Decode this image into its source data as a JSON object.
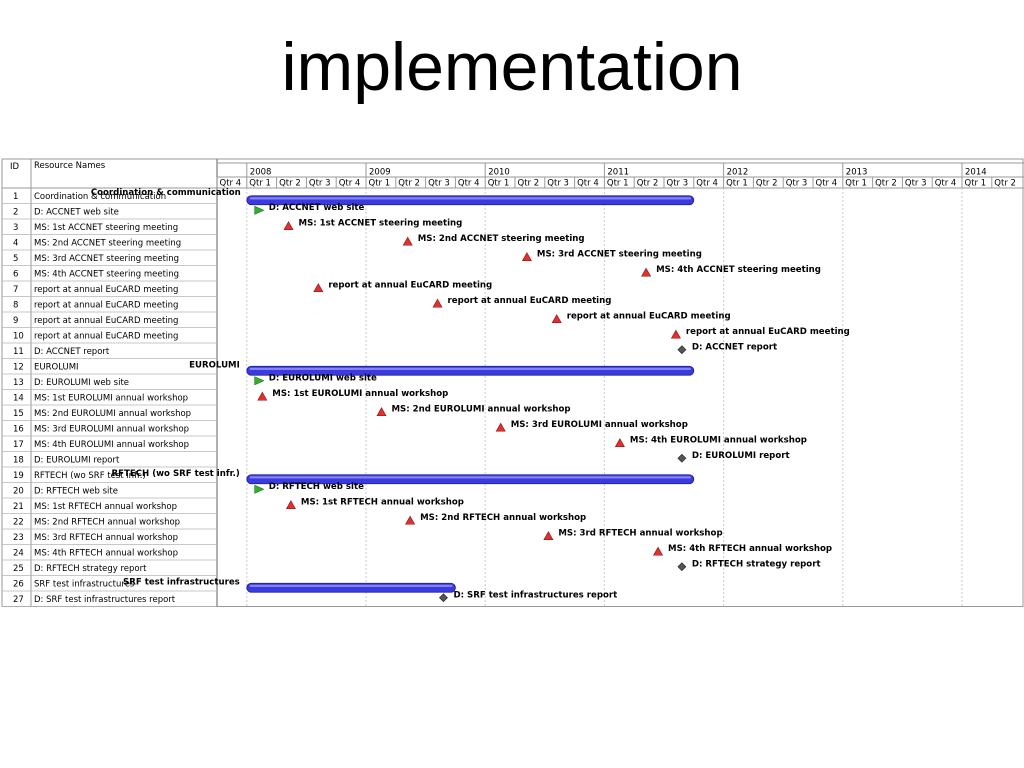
{
  "title": "implementation",
  "columns": {
    "id": "ID",
    "name": "Resource Names"
  },
  "years": [
    "2008",
    "2009",
    "2010",
    "2011",
    "2012",
    "2013",
    "2014"
  ],
  "quarters": [
    "Qtr 4",
    "Qtr 1",
    "Qtr 2",
    "Qtr 3",
    "Qtr 4",
    "Qtr 1",
    "Qtr 2",
    "Qtr 3",
    "Qtr 4",
    "Qtr 1",
    "Qtr 2",
    "Qtr 3",
    "Qtr 4",
    "Qtr 1",
    "Qtr 2",
    "Qtr 3",
    "Qtr 4",
    "Qtr 1",
    "Qtr 2",
    "Qtr 3",
    "Qtr 4",
    "Qtr 1",
    "Qtr 2",
    "Qtr 3",
    "Qtr 4",
    "Qtr 1",
    "Qtr 2"
  ],
  "colors": {
    "bar": "#3a3ae0",
    "milestone_ms": "#e03030",
    "milestone_start": "#2fb02f",
    "milestone_report": "#555555",
    "grid": "#c8c8c8"
  },
  "tasks": [
    {
      "id": "1",
      "name": "Coordination & communication",
      "type": "bar",
      "start": 2009.0,
      "end": 2012.75,
      "label": "Coordination & communication",
      "label_side": "above-left"
    },
    {
      "id": "2",
      "name": "D: ACCNET web site",
      "type": "start",
      "at": 2009.1,
      "label": "D: ACCNET web site"
    },
    {
      "id": "3",
      "name": "MS: 1st ACCNET steering meeting",
      "type": "ms",
      "at": 2009.35,
      "label": "MS: 1st ACCNET steering meeting"
    },
    {
      "id": "4",
      "name": "MS: 2nd ACCNET steering meeting",
      "type": "ms",
      "at": 2010.35,
      "label": "MS: 2nd ACCNET steering meeting"
    },
    {
      "id": "5",
      "name": "MS: 3rd ACCNET steering meeting",
      "type": "ms",
      "at": 2011.35,
      "label": "MS: 3rd ACCNET steering meeting"
    },
    {
      "id": "6",
      "name": "MS: 4th ACCNET steering meeting",
      "type": "ms",
      "at": 2012.35,
      "label": "MS: 4th ACCNET steering meeting"
    },
    {
      "id": "7",
      "name": "report at annual EuCARD meeting",
      "type": "ms",
      "at": 2009.6,
      "label": "report at annual EuCARD meeting"
    },
    {
      "id": "8",
      "name": "report at annual EuCARD meeting",
      "type": "ms",
      "at": 2010.6,
      "label": "report at annual EuCARD meeting"
    },
    {
      "id": "9",
      "name": "report at annual EuCARD meeting",
      "type": "ms",
      "at": 2011.6,
      "label": "report at annual EuCARD meeting"
    },
    {
      "id": "10",
      "name": "report at annual EuCARD meeting",
      "type": "ms",
      "at": 2012.6,
      "label": "report at annual EuCARD meeting"
    },
    {
      "id": "11",
      "name": "D: ACCNET report",
      "type": "report",
      "at": 2012.65,
      "label": "D: ACCNET report"
    },
    {
      "id": "12",
      "name": "EUROLUMI",
      "type": "bar",
      "start": 2009.0,
      "end": 2012.75,
      "label": "EUROLUMI",
      "label_side": "left"
    },
    {
      "id": "13",
      "name": "D: EUROLUMI web site",
      "type": "start",
      "at": 2009.1,
      "label": "D: EUROLUMI web site"
    },
    {
      "id": "14",
      "name": "MS: 1st EUROLUMI annual workshop",
      "type": "ms",
      "at": 2009.13,
      "label": "MS: 1st EUROLUMI annual workshop"
    },
    {
      "id": "15",
      "name": "MS: 2nd EUROLUMI annual workshop",
      "type": "ms",
      "at": 2010.13,
      "label": "MS: 2nd EUROLUMI annual workshop"
    },
    {
      "id": "16",
      "name": "MS: 3rd EUROLUMI annual workshop",
      "type": "ms",
      "at": 2011.13,
      "label": "MS: 3rd EUROLUMI annual workshop"
    },
    {
      "id": "17",
      "name": "MS: 4th EUROLUMI annual workshop",
      "type": "ms",
      "at": 2012.13,
      "label": "MS: 4th EUROLUMI annual workshop"
    },
    {
      "id": "18",
      "name": "D: EUROLUMI report",
      "type": "report",
      "at": 2012.65,
      "label": "D: EUROLUMI report"
    },
    {
      "id": "19",
      "name": "RFTECH (wo SRF test infr.)",
      "type": "bar",
      "start": 2009.0,
      "end": 2012.75,
      "label": "RFTECH (wo SRF test infr.)",
      "label_side": "left"
    },
    {
      "id": "20",
      "name": "D: RFTECH web site",
      "type": "start",
      "at": 2009.1,
      "label": "D: RFTECH web site"
    },
    {
      "id": "21",
      "name": "MS: 1st RFTECH annual workshop",
      "type": "ms",
      "at": 2009.37,
      "label": "MS: 1st RFTECH annual workshop"
    },
    {
      "id": "22",
      "name": "MS: 2nd RFTECH annual workshop",
      "type": "ms",
      "at": 2010.37,
      "label": "MS: 2nd RFTECH annual workshop"
    },
    {
      "id": "23",
      "name": "MS: 3rd RFTECH annual workshop",
      "type": "ms",
      "at": 2011.53,
      "label": "MS: 3rd RFTECH annual workshop"
    },
    {
      "id": "24",
      "name": "MS: 4th RFTECH annual workshop",
      "type": "ms",
      "at": 2012.45,
      "label": "MS: 4th RFTECH annual workshop"
    },
    {
      "id": "25",
      "name": "D: RFTECH strategy report",
      "type": "report",
      "at": 2012.65,
      "label": "D: RFTECH strategy report"
    },
    {
      "id": "26",
      "name": "SRF test infrastructures",
      "type": "bar",
      "start": 2009.0,
      "end": 2010.75,
      "label": "SRF test infrastructures",
      "label_side": "left"
    },
    {
      "id": "27",
      "name": "D: SRF test infrastructures report",
      "type": "report",
      "at": 2010.65,
      "label": "D: SRF test infrastructures report"
    }
  ]
}
